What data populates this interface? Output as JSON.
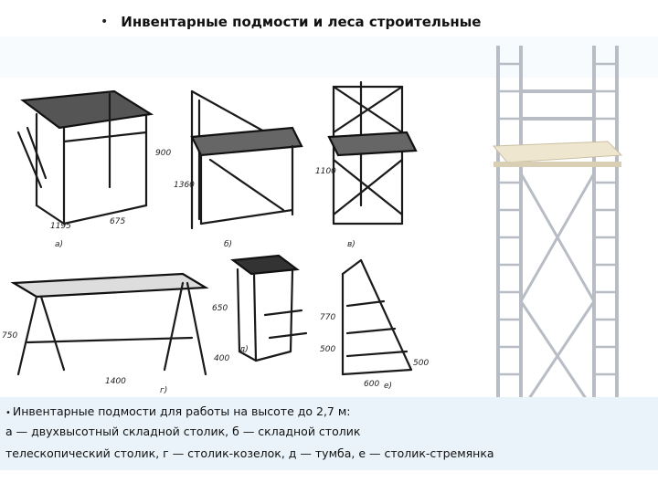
{
  "slide": {
    "title": "Инвентарные подмости и леса строительные",
    "caption": {
      "line1": "Инвентарные подмости для работы на высоте до 2,7 м:",
      "line2": "а — двухвысотный складной столик, б — складной столик",
      "line3": "телескопический столик, г — столик-козелок, д — тумба, е — столик-стремянка"
    }
  },
  "drawing_labels": {
    "dims": [
      "1195",
      "675",
      "900",
      "1360",
      "1100",
      "750",
      "1400",
      "650",
      "400",
      "770",
      "500",
      "600",
      "500"
    ],
    "letters": [
      "а)",
      "б)",
      "в)",
      "г)",
      "д)",
      "е)"
    ]
  },
  "colors": {
    "caption_bg": "#e9f3f9",
    "line": "#1a1a1a",
    "tower_metal": "#b8bcc4",
    "platform": "#efe6cf"
  }
}
